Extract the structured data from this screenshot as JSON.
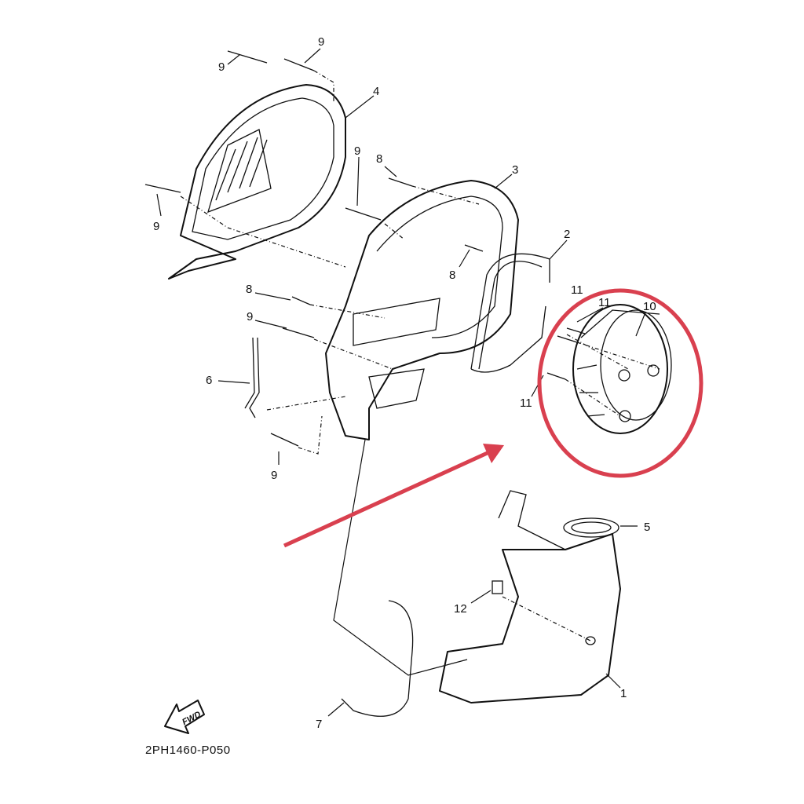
{
  "diagram": {
    "code": "2PH1460-P050",
    "fwd_label": "FWD",
    "highlight_color": "#d9404f",
    "callouts": [
      "9",
      "9",
      "4",
      "9",
      "8",
      "3",
      "9",
      "2",
      "8",
      "11",
      "11",
      "10",
      "8",
      "9",
      "6",
      "11",
      "9",
      "5",
      "12",
      "1",
      "7"
    ]
  }
}
